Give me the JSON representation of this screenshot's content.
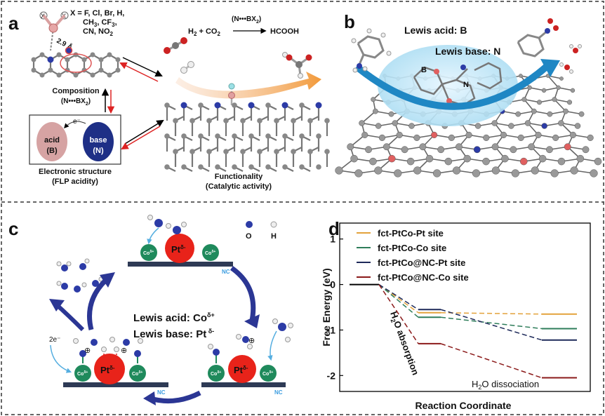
{
  "panels": {
    "a": {
      "letter": "a",
      "x_atoms": "X",
      "x_list_1": "X = F, Cl, Br, H,",
      "x_list_2": "CH",
      "x_list_2_sub": "3",
      "x_list_2b": ", CF",
      "x_list_2b_sub": "3",
      "x_list_2c": ",",
      "x_list_3": "CN, NO",
      "x_list_3_sub": "2",
      "distance": "2.9 Å",
      "reaction": "H",
      "reaction_sub1": "2",
      "reaction_mid": " + CO",
      "reaction_sub2": "2",
      "product": "HCOOH",
      "arrow_label": "(N•••BX",
      "arrow_label_sub": "2",
      "arrow_label_end": ")",
      "composition": "Composition",
      "composition_sub": "(N•••BX",
      "composition_sub_2": "2",
      "composition_sub_end": ")",
      "electron": "e⁻",
      "acid": "acid",
      "acid_b": "(B)",
      "base": "base",
      "base_n": "(N)",
      "electronic": "Electronic structure",
      "flp": "(FLP acidity)",
      "functionality": "Functionality",
      "catalytic": "(Catalytic activity)"
    },
    "b": {
      "letter": "b",
      "lewis_acid": "Lewis acid: B",
      "lewis_base": "Lewis base: N",
      "atom_n": "N",
      "atom_b": "B"
    },
    "c": {
      "letter": "c",
      "legend_o": "O",
      "legend_h": "H",
      "lewis_acid": "Lewis acid: Co",
      "lewis_acid_sup": "δ+",
      "lewis_base": "Lewis base: Pt",
      "lewis_base_sup": " δ-",
      "electrons": "2e⁻",
      "pt": "Pt",
      "pt_sup": "δ-",
      "co": "Co",
      "co_sup": "δ+",
      "nc": "NC",
      "plus": "⊕"
    }
  },
  "chart_data": {
    "type": "line",
    "panel_letter": "d",
    "ylabel": "Free Energy (eV)",
    "xlabel": "Reaction Coordinate",
    "ylim": [
      -2.35,
      1.35
    ],
    "yticks": [
      1,
      0,
      -1,
      -2
    ],
    "ytick_labels": [
      "1",
      "0",
      "-1",
      "-2"
    ],
    "annotations": [
      "H₂O absorption",
      "H₂O dissociation"
    ],
    "annotation_absorption": "H",
    "annotation_absorption_sub": "2",
    "annotation_absorption_end": "O absorption",
    "annotation_dissociation": "H",
    "annotation_dissociation_sub": "2",
    "annotation_dissociation_end": "O dissociation",
    "initial_state": 0,
    "series": [
      {
        "name": "fct-PtCo-Pt site",
        "color": "#e3a23b",
        "values": [
          0,
          -0.62,
          -0.65
        ]
      },
      {
        "name": "fct-PtCo-Co site",
        "color": "#2e7d5a",
        "values": [
          0,
          -0.72,
          -0.97
        ]
      },
      {
        "name": "fct-PtCo@NC-Pt site",
        "color": "#1e2a5a",
        "values": [
          0,
          -0.55,
          -1.22
        ]
      },
      {
        "name": "fct-PtCo@NC-Co site",
        "color": "#8b1a1a",
        "values": [
          0,
          -1.3,
          -2.05
        ]
      }
    ]
  }
}
